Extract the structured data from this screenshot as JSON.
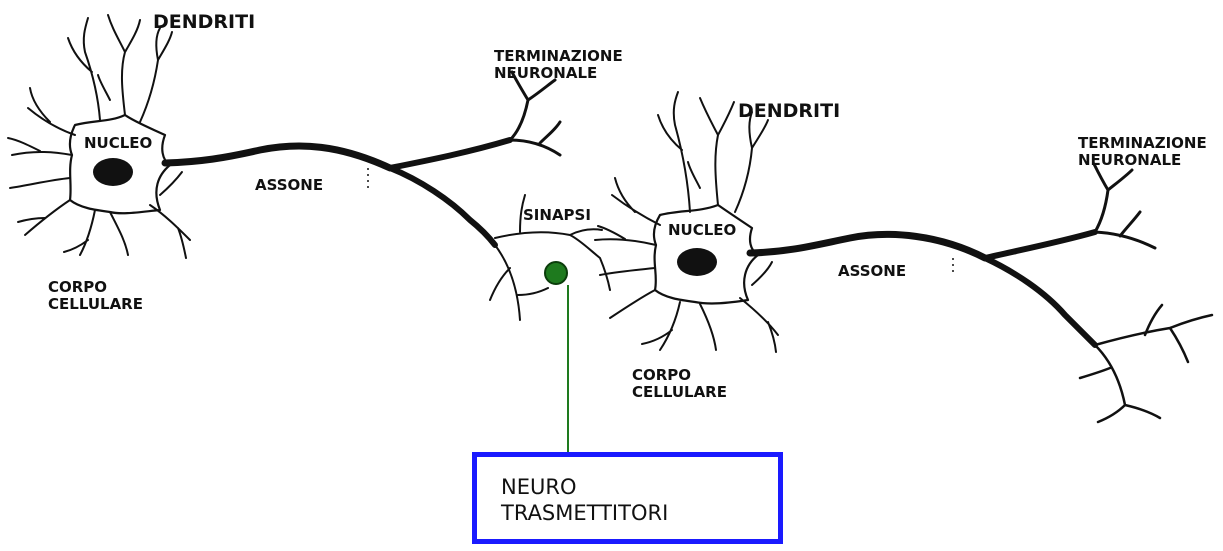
{
  "labels": {
    "dendriti_1": "DENDRITI",
    "nucleo_1": "NUCLEO",
    "assone_1": "ASSONE",
    "terminazione_1": "TERMINAZIONE\nNEURONALE",
    "corpo_cellulare_1": "CORPO\nCELLULARE",
    "sinapsi": "SINAPSI",
    "dendriti_2": "DENDRITI",
    "nucleo_2": "NUCLEO",
    "assone_2": "ASSONE",
    "terminazione_2": "TERMINAZIONE\nNEURONALE",
    "corpo_cellulare_2": "CORPO\nCELLULARE"
  },
  "callout": {
    "text": "NEURO\nTRASMETTITORI"
  },
  "colors": {
    "line": "#111111",
    "neurotransmitter_dot": "#1e7a1e",
    "callout_border": "#1a1aff",
    "leader_line": "#1e7a1e"
  }
}
